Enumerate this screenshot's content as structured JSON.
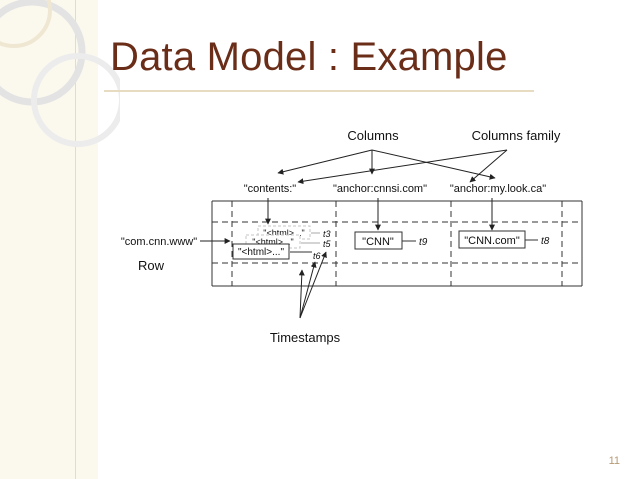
{
  "slide": {
    "title": "Data Model : Example",
    "number": "11"
  },
  "diagram": {
    "callouts": {
      "columns": "Columns",
      "columns_family": "Columns family",
      "row": "Row",
      "timestamps": "Timestamps"
    },
    "column_headers": [
      "\"contents:\"",
      "\"anchor:cnnsi.com\"",
      "\"anchor:my.look.ca\""
    ],
    "row_key": "\"com.cnn.www\"",
    "contents_versions": [
      "\"<html>...\"",
      "\"<html>...\"",
      "\"<html>...\""
    ],
    "contents_timestamps": [
      "t3",
      "t5",
      "t6"
    ],
    "cnnsi_value": "\"CNN\"",
    "cnnsi_timestamp": "t9",
    "mylook_value": "\"CNN.com\"",
    "mylook_timestamp": "t8"
  },
  "colors": {
    "title": "#6a2d18",
    "background_band": "#fbf8ee",
    "slide_number": "#b79a74"
  }
}
